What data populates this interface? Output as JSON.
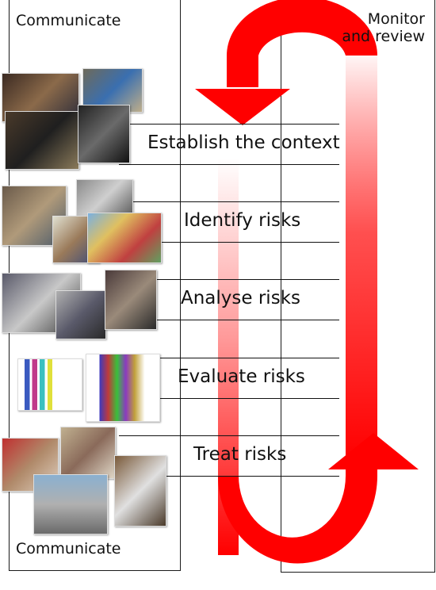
{
  "labels": {
    "communicate_top": "Communicate",
    "communicate_bottom": "Communicate",
    "monitor_line1": "Monitor",
    "monitor_line2": "and review"
  },
  "steps": [
    {
      "label": "Establish the context"
    },
    {
      "label": "Identify risks"
    },
    {
      "label": "Analyse risks"
    },
    {
      "label": "Evaluate risks"
    },
    {
      "label": "Treat risks"
    }
  ],
  "colors": {
    "arrow": "#ff0000",
    "panel_border": "#1a1a1a",
    "text": "#111111"
  },
  "icons": {
    "cycle_arrow": "curved-u-arrow-icon",
    "down_arrow": "gradient-down-arrow-icon"
  }
}
